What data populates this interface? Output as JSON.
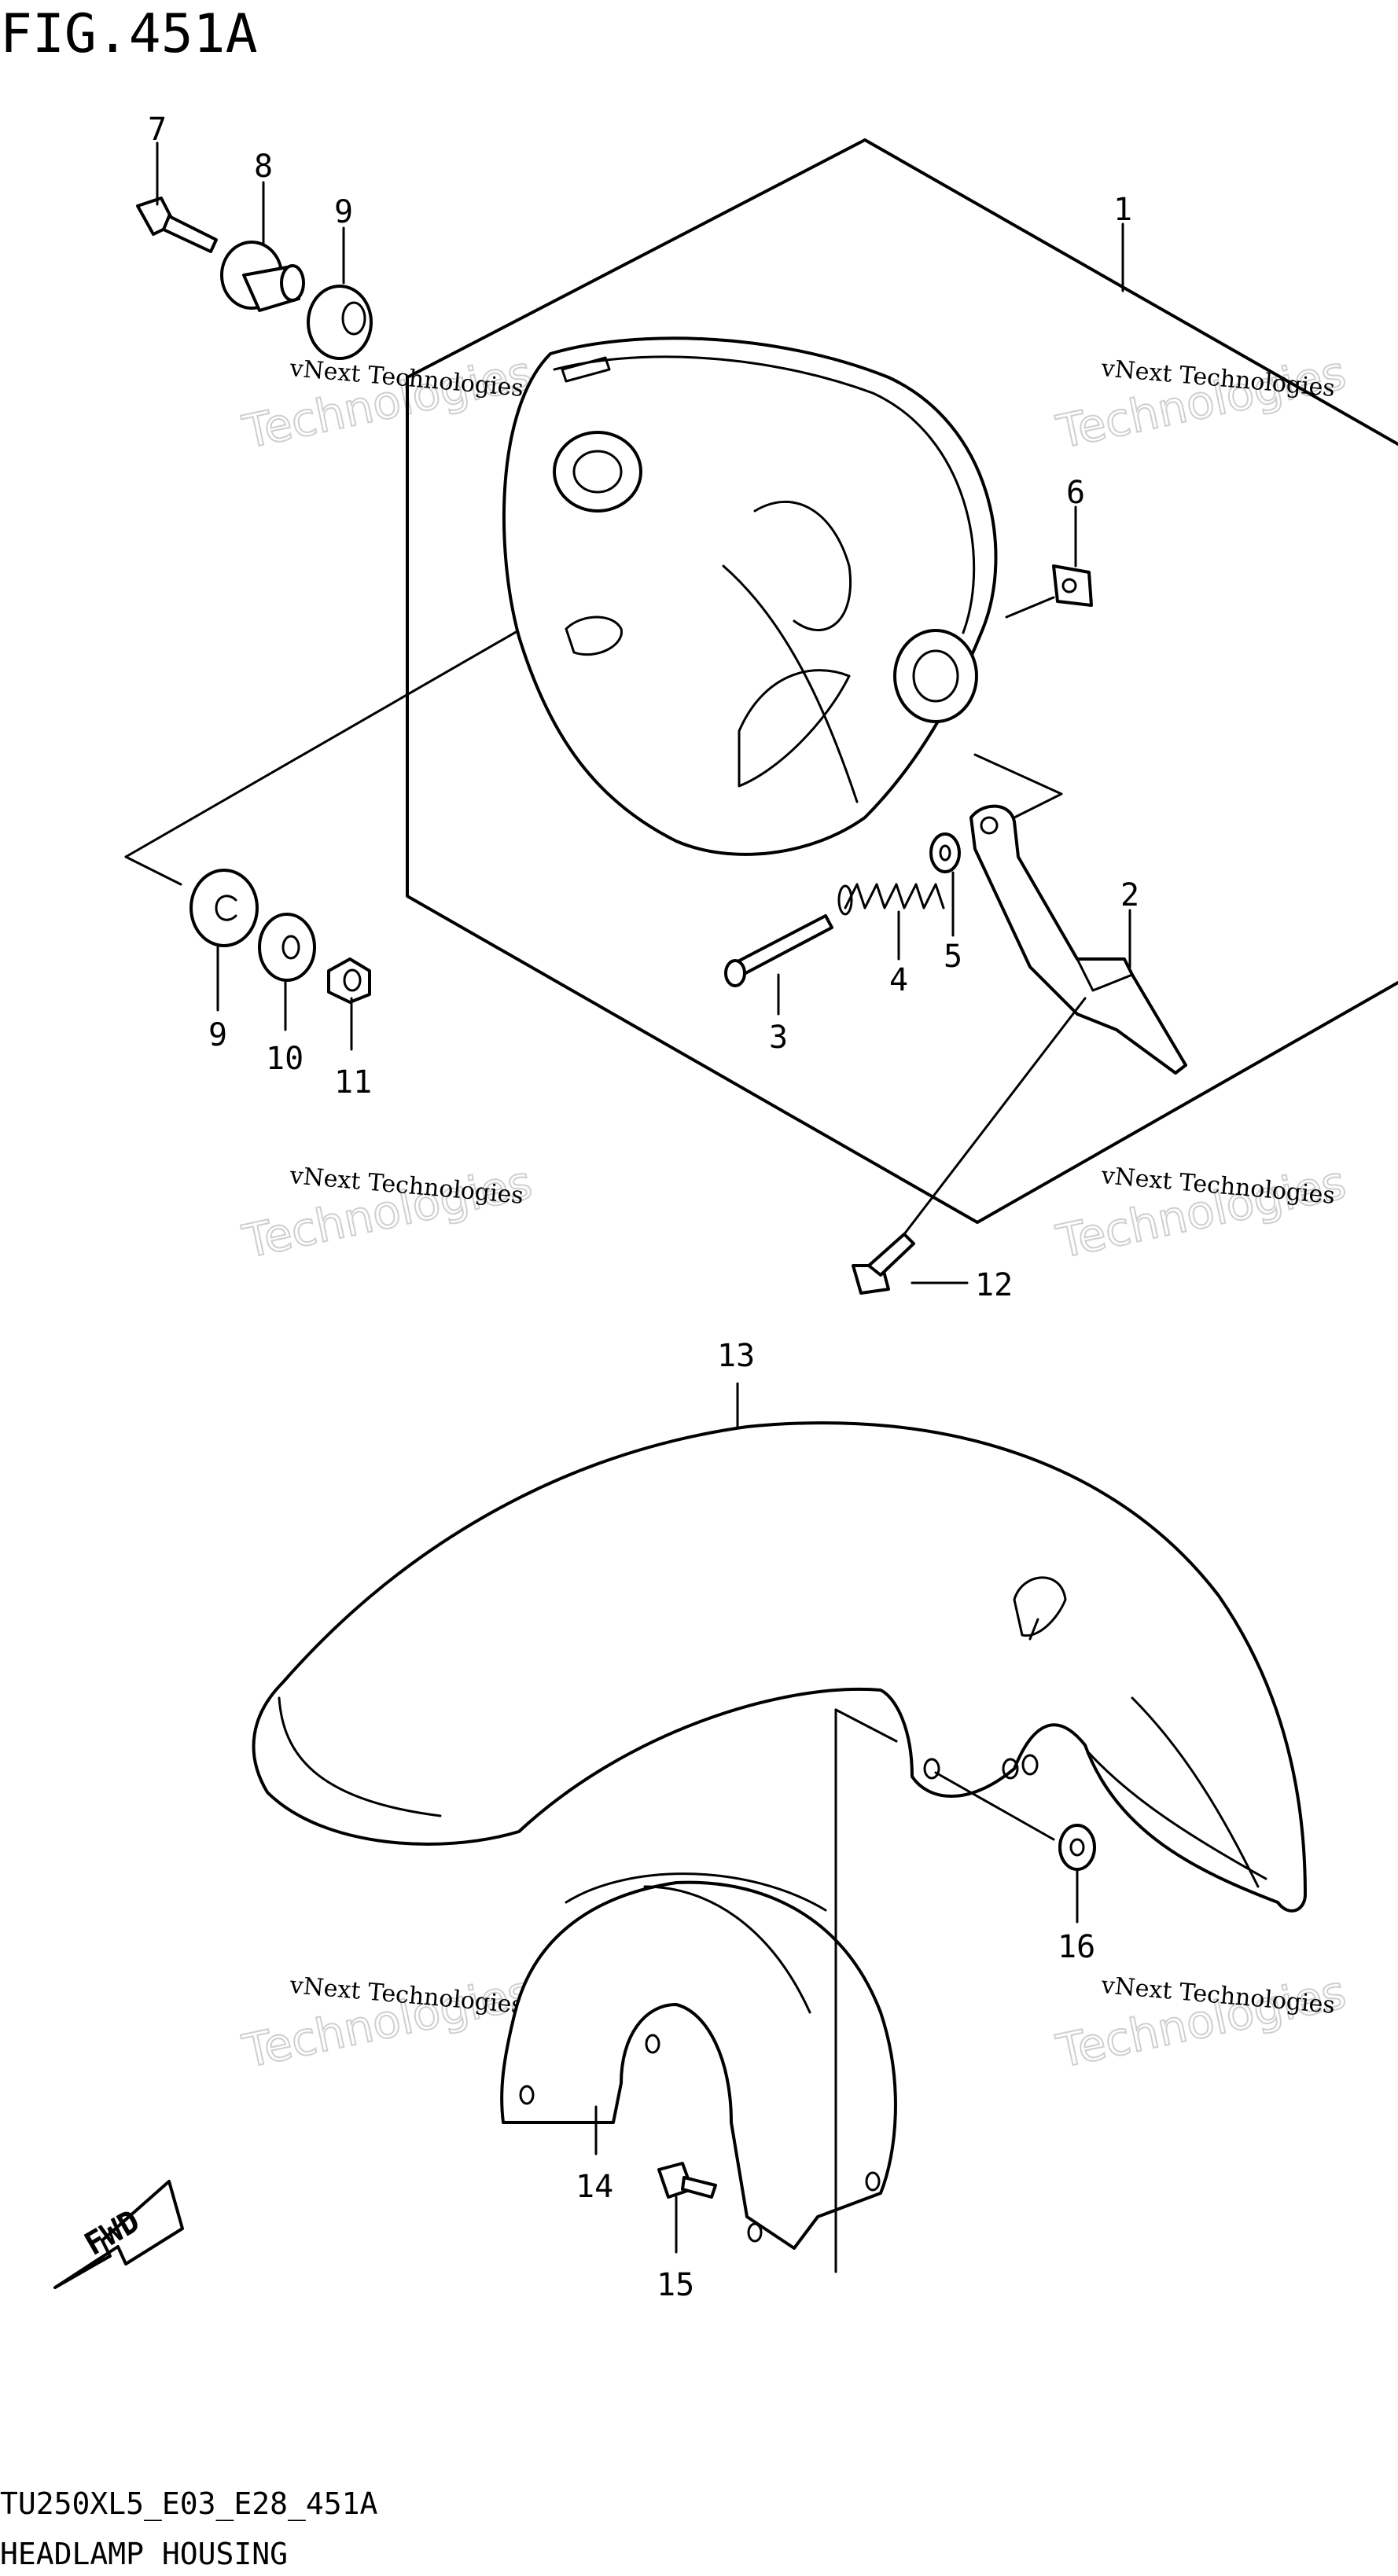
{
  "figure": {
    "title": "FIG.451A",
    "model_code": "TU250XL5_E03_E28_451A",
    "caption": "HEADLAMP HOUSING"
  },
  "watermark": {
    "line1": "vNext Technologies",
    "line2": "Technologies"
  },
  "direction_label": "FWD",
  "callouts": {
    "c1": "1",
    "c2": "2",
    "c3": "3",
    "c4": "4",
    "c5": "5",
    "c6": "6",
    "c7": "7",
    "c8": "8",
    "c9a": "9",
    "c9b": "9",
    "c10": "10",
    "c11": "11",
    "c12": "12",
    "c13": "13",
    "c14": "14",
    "c15": "15",
    "c16": "16"
  }
}
